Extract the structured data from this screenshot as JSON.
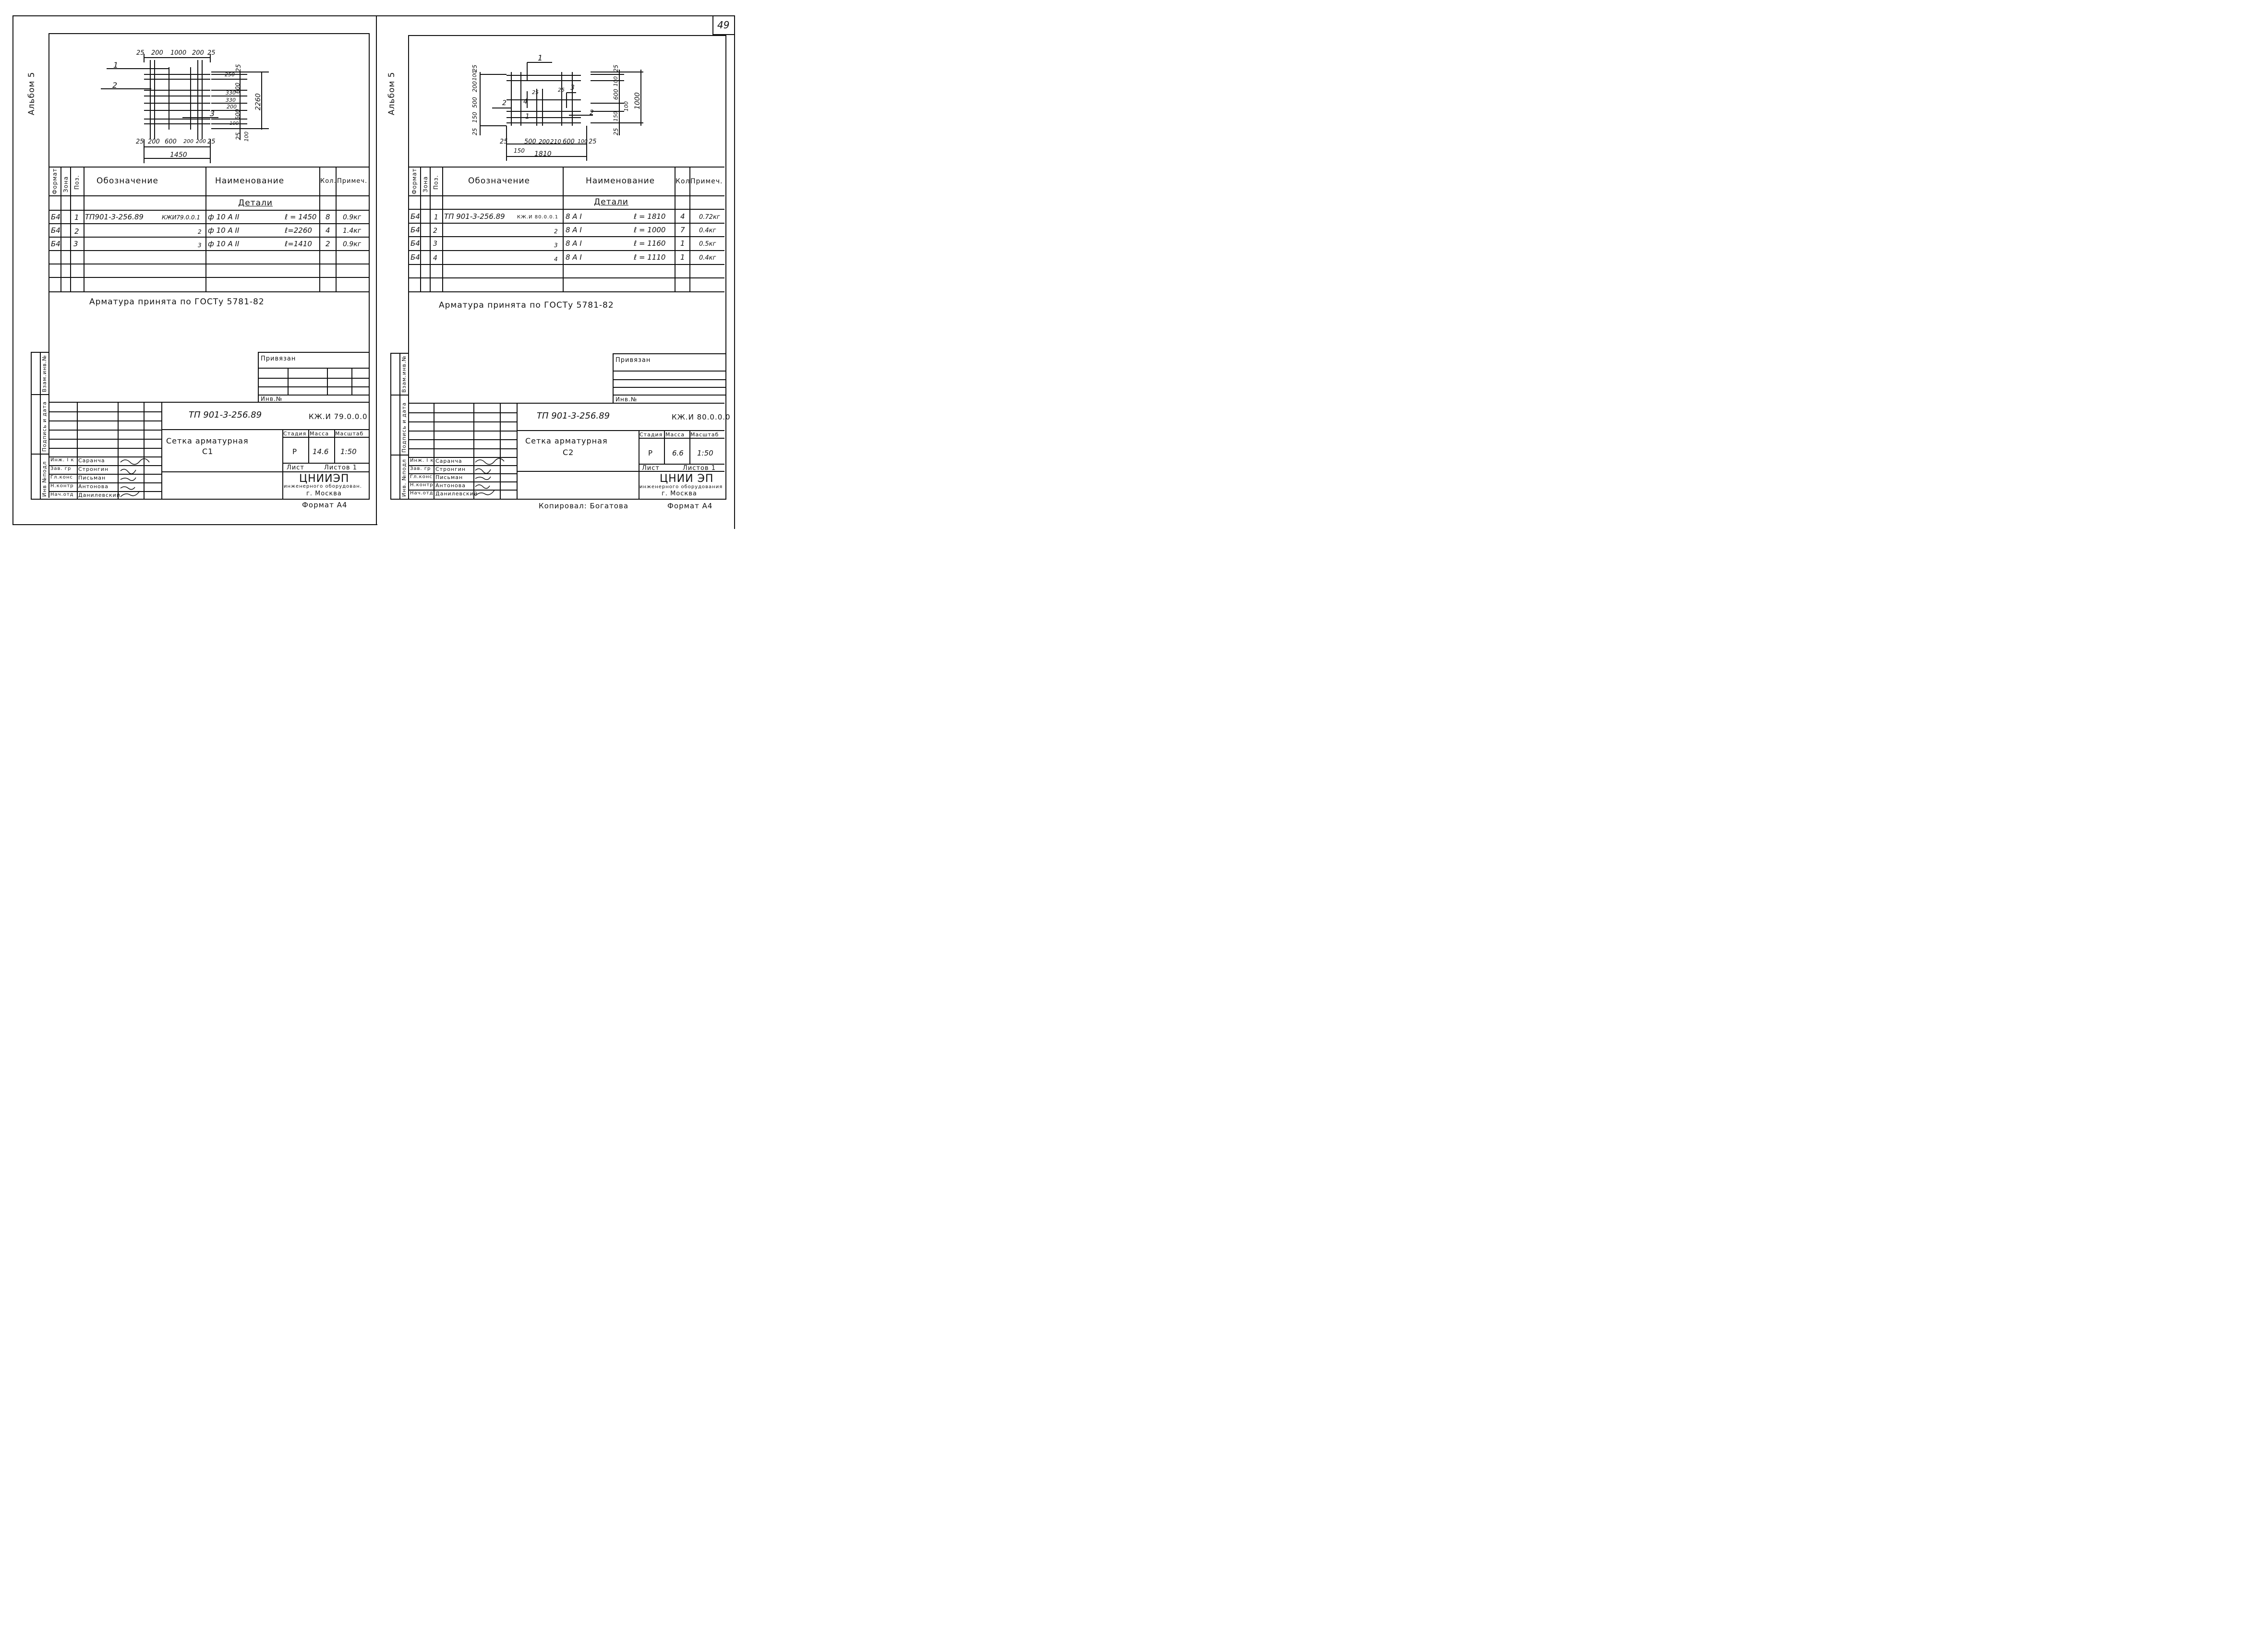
{
  "page_number": "49",
  "drawings": [
    {
      "album": "Альбом 5",
      "callouts": [
        "1",
        "2",
        "3"
      ],
      "dims": {
        "top": [
          "25",
          "200",
          "1000",
          "200",
          "25"
        ],
        "bottom": [
          "25",
          "200",
          "600",
          "200",
          "200",
          "25"
        ],
        "total_width": "1450",
        "right": [
          "25",
          "250",
          "600",
          "330",
          "330",
          "200",
          "600",
          "100",
          "25",
          "100"
        ],
        "total_height": "2260"
      },
      "table": {
        "headers": {
          "format": "Формат",
          "zone": "Зона",
          "pos": "Поз.",
          "designation": "Обозначение",
          "name": "Наименование",
          "qty": "Кол.",
          "note": "Примеч."
        },
        "section": "Детали",
        "rows": [
          {
            "format": "Б4",
            "pos": "1",
            "des_left": "ТП901-3-256.89",
            "des_right": "КЖИ79.0.0.1",
            "name": "ф 10 А II",
            "length": "ℓ = 1450",
            "qty": "8",
            "note": "0.9кг"
          },
          {
            "format": "Б4",
            "pos": "2",
            "des_left": "",
            "des_right": "2",
            "name": "ф 10 А II",
            "length": "ℓ=2260",
            "qty": "4",
            "note": "1.4кг"
          },
          {
            "format": "Б4",
            "pos": "3",
            "des_left": "",
            "des_right": "3",
            "name": "ф 10 А II",
            "length": "ℓ=1410",
            "qty": "2",
            "note": "0.9кг"
          }
        ]
      },
      "note": "Арматура   принята  по  ГОСТу  5781-82",
      "stamp": {
        "privyazan": "Привязан",
        "inv_no": "Инв.№",
        "doc_code": "ТП 901-3-256.89",
        "doc_mark": "КЖ.И 79.0.0.0",
        "title_line1": "Сетка  арматурная",
        "title_line2": "С1",
        "stage_label": "Стадия",
        "mass_label": "Масса",
        "scale_label": "Масштаб",
        "stage": "Р",
        "mass": "14.6",
        "scale": "1:50",
        "sheet_label": "Лист",
        "sheets_label": "Листов 1",
        "org1": "ЦНИИЭП",
        "org2": "инженерного оборудован.",
        "org3": "г. Москва",
        "people": [
          {
            "role": "Инж. I к",
            "name": "Саранча"
          },
          {
            "role": "Зав. гр",
            "name": "Стронгин"
          },
          {
            "role": "Гл.конс",
            "name": "Письман"
          },
          {
            "role": "Н.контр",
            "name": "Антонова"
          },
          {
            "role": "Нач.отд",
            "name": "Данилевский"
          }
        ],
        "side_labels": [
          "Инв №подл",
          "Подпись и дата",
          "Взам.инв.№"
        ]
      },
      "format": "Формат А4",
      "copied": ""
    },
    {
      "album": "Альбом 5",
      "callouts": [
        "1",
        "2",
        "3",
        "4",
        "1",
        "2"
      ],
      "dims": {
        "top": [],
        "bottom": [
          "25",
          "500",
          "200",
          "210",
          "600",
          "100",
          "25"
        ],
        "bottom_extra": "150",
        "total_width": "1810",
        "left": [
          "25",
          "150",
          "500",
          "200",
          "100",
          "25"
        ],
        "right": [
          "25",
          "100",
          "600",
          "100",
          "150",
          "25"
        ],
        "inner": [
          "25",
          "25"
        ],
        "total_height": "1000"
      },
      "table": {
        "headers": {
          "format": "Формат",
          "zone": "Зона",
          "pos": "Поз.",
          "designation": "Обозначение",
          "name": "Наименование",
          "qty": "Кол",
          "note": "Примеч."
        },
        "section": "Детали",
        "rows": [
          {
            "format": "Б4",
            "pos": "1",
            "des_left": "ТП 901-3-256.89",
            "des_right": "КЖ.И 80.0.0.1",
            "name": "8 А I",
            "length": "ℓ = 1810",
            "qty": "4",
            "note": "0.72кг"
          },
          {
            "format": "Б4",
            "pos": "2",
            "des_left": "",
            "des_right": "2",
            "name": "8 А I",
            "length": "ℓ = 1000",
            "qty": "7",
            "note": "0.4кг"
          },
          {
            "format": "Б4",
            "pos": "3",
            "des_left": "",
            "des_right": "3",
            "name": "8 А I",
            "length": "ℓ = 1160",
            "qty": "1",
            "note": "0.5кг"
          },
          {
            "format": "Б4",
            "pos": "4",
            "des_left": "",
            "des_right": "4",
            "name": "8 А I",
            "length": "ℓ = 1110",
            "qty": "1",
            "note": "0.4кг"
          }
        ]
      },
      "note": "Арматура  принята  по  ГОСТу  5781-82",
      "stamp": {
        "privyazan": "Привязан",
        "inv_no": "Инв.№",
        "doc_code": "ТП 901-3-256.89",
        "doc_mark": "КЖ.И 80.0.0.0",
        "title_line1": "Сетка  арматурная",
        "title_line2": "С2",
        "stage_label": "Стадия",
        "mass_label": "Масса",
        "scale_label": "Масштаб",
        "stage": "Р",
        "mass": "6.6",
        "scale": "1:50",
        "sheet_label": "Лист",
        "sheets_label": "Листов 1",
        "org1": "ЦНИИ ЭП",
        "org2": "инженерного оборудования",
        "org3": "г. Москва",
        "people": [
          {
            "role": "Инж. I к",
            "name": "Саранча"
          },
          {
            "role": "Зав. гр",
            "name": "Стронгин"
          },
          {
            "role": "Гл.конс",
            "name": "Письман"
          },
          {
            "role": "Н.контр",
            "name": "Антонова"
          },
          {
            "role": "Нач.отд",
            "name": "Данилевский"
          }
        ],
        "side_labels": [
          "Инв. №подл",
          "Подпись и дата",
          "Взам.инв.№"
        ]
      },
      "format": "Формат А4",
      "copied": "Копировал:  Богатова"
    }
  ]
}
